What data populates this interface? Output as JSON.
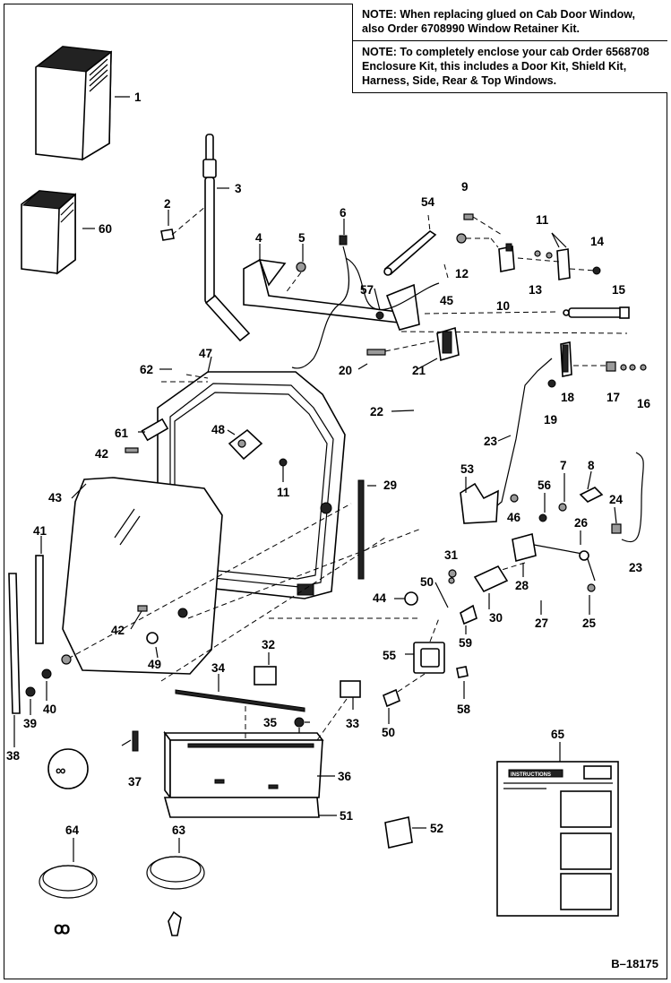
{
  "notes": [
    {
      "label": "NOTE:",
      "text": " When replacing glued on Cab Door Window, also Order 6708990 Window Retainer Kit."
    },
    {
      "label": "NOTE:",
      "text": " To completely enclose your cab Order 6568708 Enclosure Kit, this includes a Door Kit, Shield Kit, Harness, Side, Rear & Top Windows."
    }
  ],
  "callouts": {
    "c1": "1",
    "c60": "60",
    "c2": "2",
    "c3": "3",
    "c4": "4",
    "c5": "5",
    "c6": "6",
    "c54": "54",
    "c9": "9",
    "c11a": "11",
    "c14": "14",
    "c12": "12",
    "c45": "45",
    "c57": "57",
    "c10": "10",
    "c13": "13",
    "c15": "15",
    "c47": "47",
    "c62": "62",
    "c20": "20",
    "c21": "21",
    "c22": "22",
    "c18": "18",
    "c17": "17",
    "c16": "16",
    "c19": "19",
    "c61": "61",
    "c42a": "42",
    "c48": "48",
    "c11b": "11",
    "c23a": "23",
    "c43": "43",
    "c29": "29",
    "c53": "53",
    "c7": "7",
    "c8": "8",
    "c56": "56",
    "c46": "46",
    "c24": "24",
    "c41": "41",
    "c26": "26",
    "c31": "31",
    "c23b": "23",
    "c50a": "50",
    "c28": "28",
    "c44": "44",
    "c42b": "42",
    "c30": "30",
    "c27": "27",
    "c25": "25",
    "c59": "59",
    "c49": "49",
    "c55": "55",
    "c32": "32",
    "c34": "34",
    "c58": "58",
    "c38": "38",
    "c39": "39",
    "c40": "40",
    "c35": "35",
    "c33": "33",
    "c50b": "50",
    "c65": "65",
    "c37": "37",
    "c36": "36",
    "c51": "51",
    "c52": "52",
    "c64": "64",
    "c63": "63"
  },
  "instructions_card": {
    "title": "INSTRUCTIONS"
  },
  "figure_id": "B–18175"
}
